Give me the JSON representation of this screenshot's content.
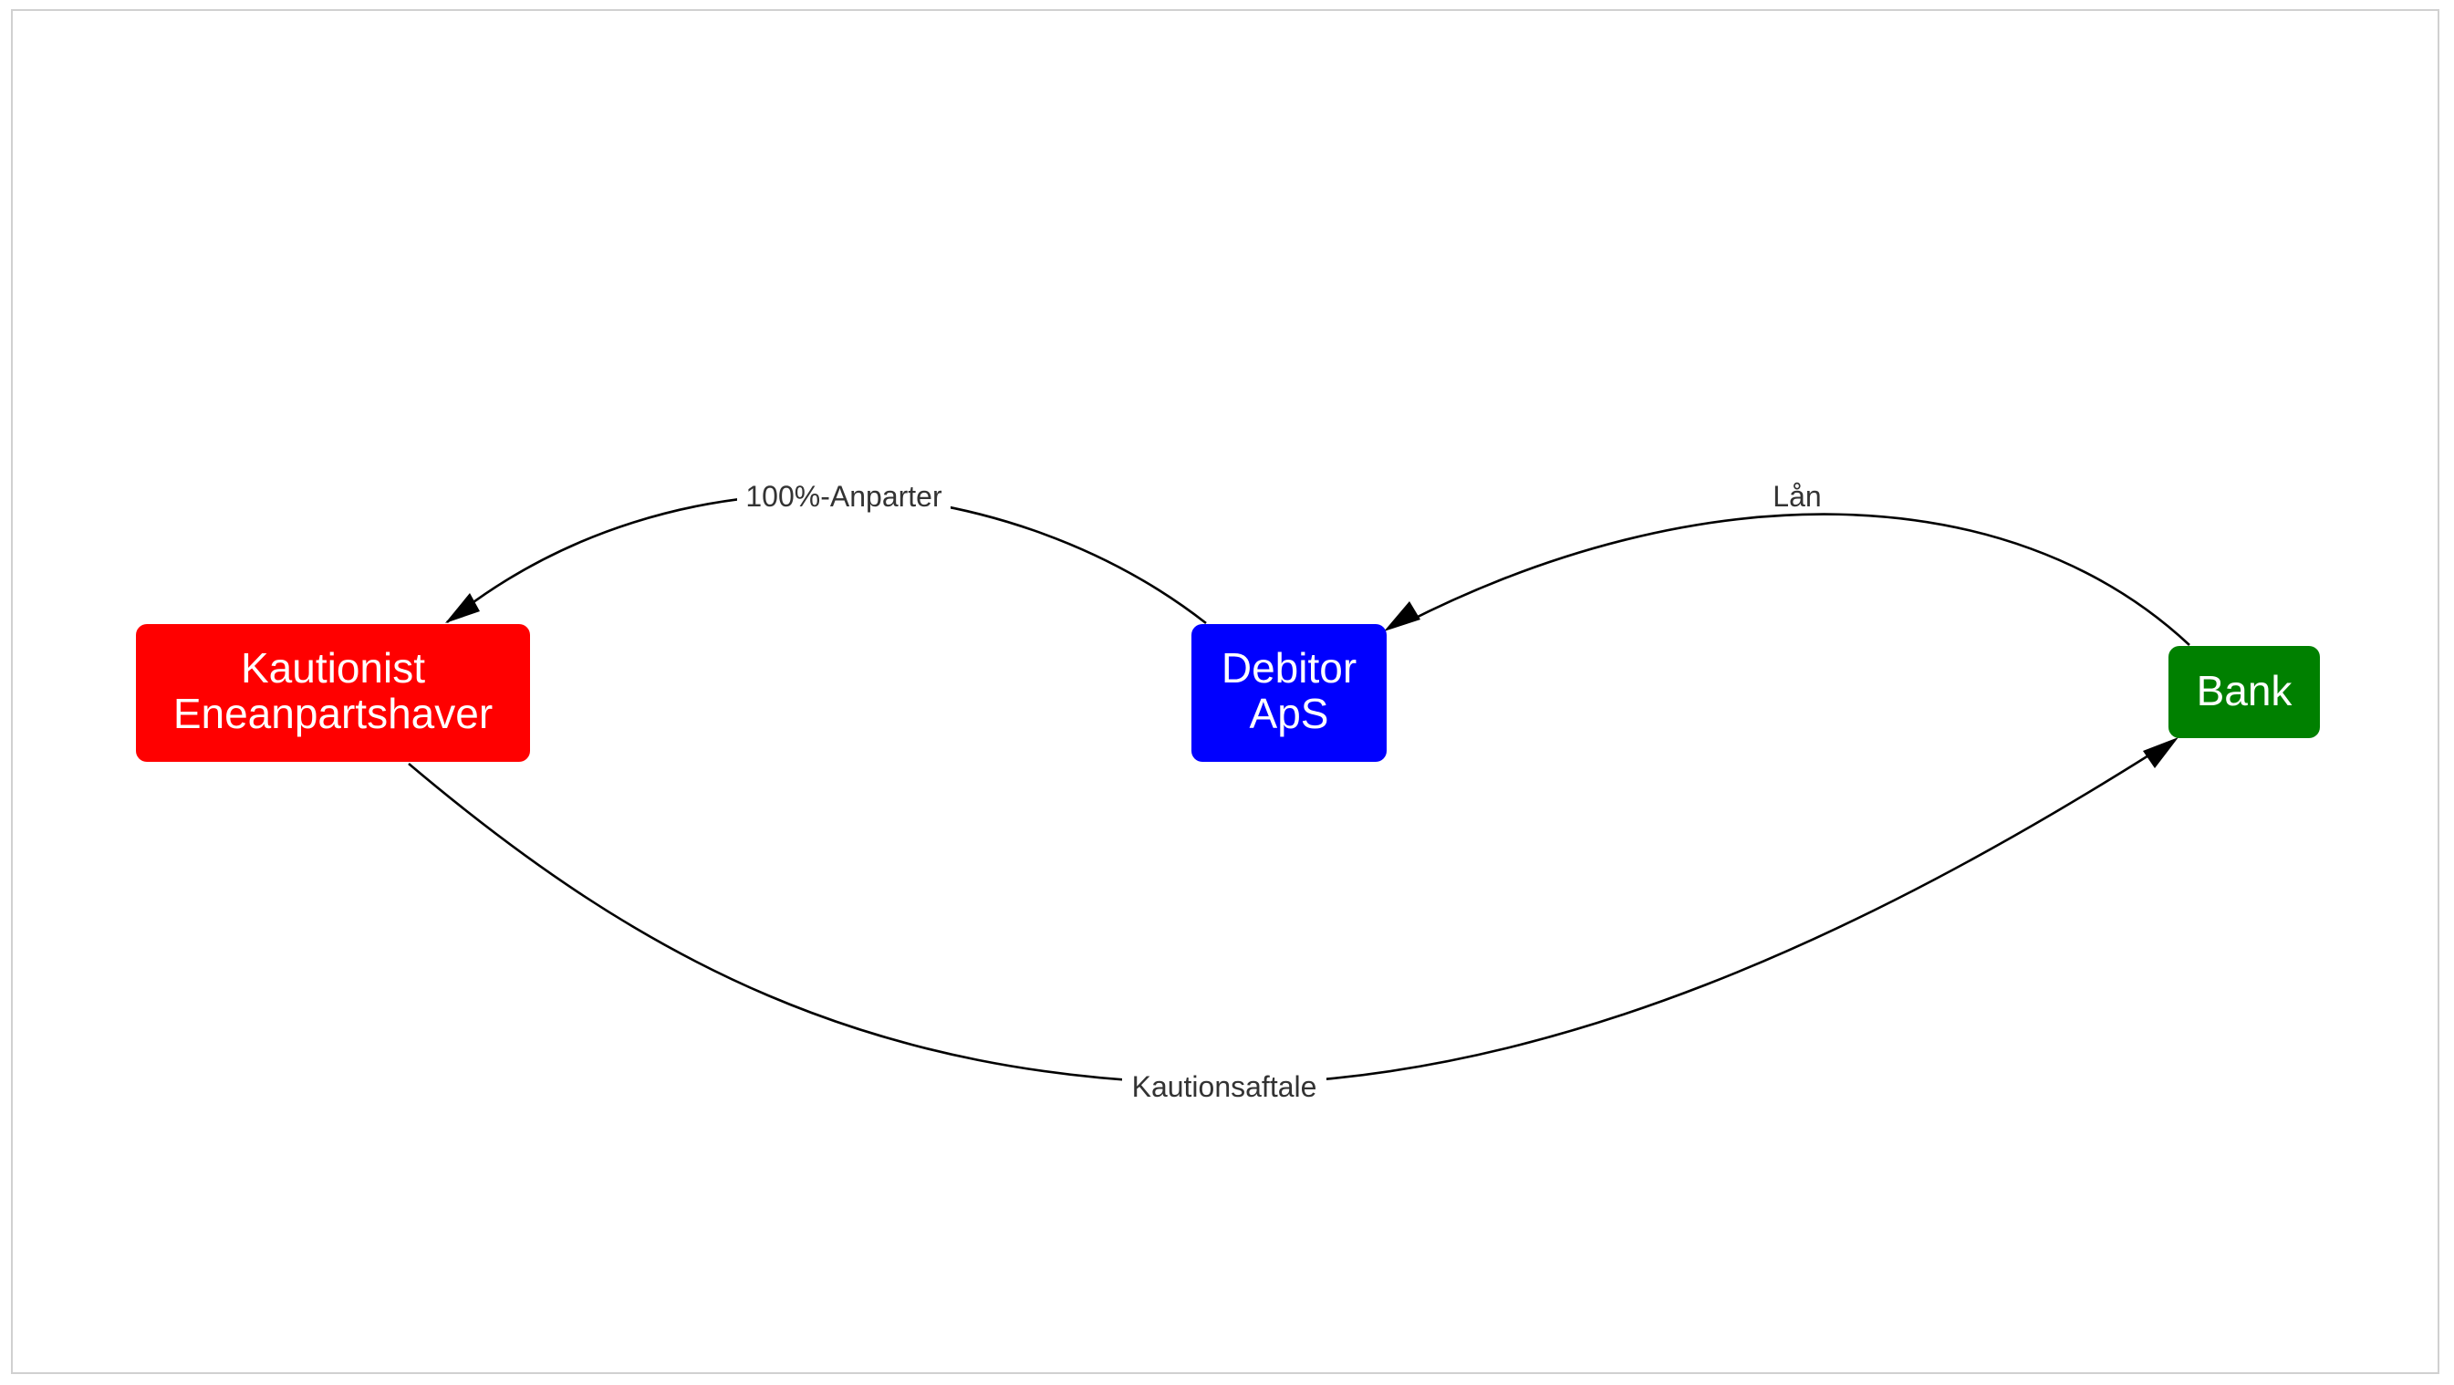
{
  "diagram": {
    "nodes": {
      "kautionist": {
        "line1": "Kautionist",
        "line2": "Eneanpartshaver",
        "color": "#ff0000"
      },
      "debitor": {
        "line1": "Debitor",
        "line2": "ApS",
        "color": "#0000ff"
      },
      "bank": {
        "label": "Bank",
        "color": "#008000"
      }
    },
    "edges": {
      "anparter": {
        "label": "100%-Anparter",
        "from": "Debitor ApS",
        "to": "Kautionist Eneanpartshaver"
      },
      "laan": {
        "label": "Lån",
        "from": "Bank",
        "to": "Debitor ApS"
      },
      "kautionsaftale": {
        "label": "Kautionsaftale",
        "from": "Kautionist Eneanpartshaver",
        "to": "Bank"
      }
    }
  }
}
